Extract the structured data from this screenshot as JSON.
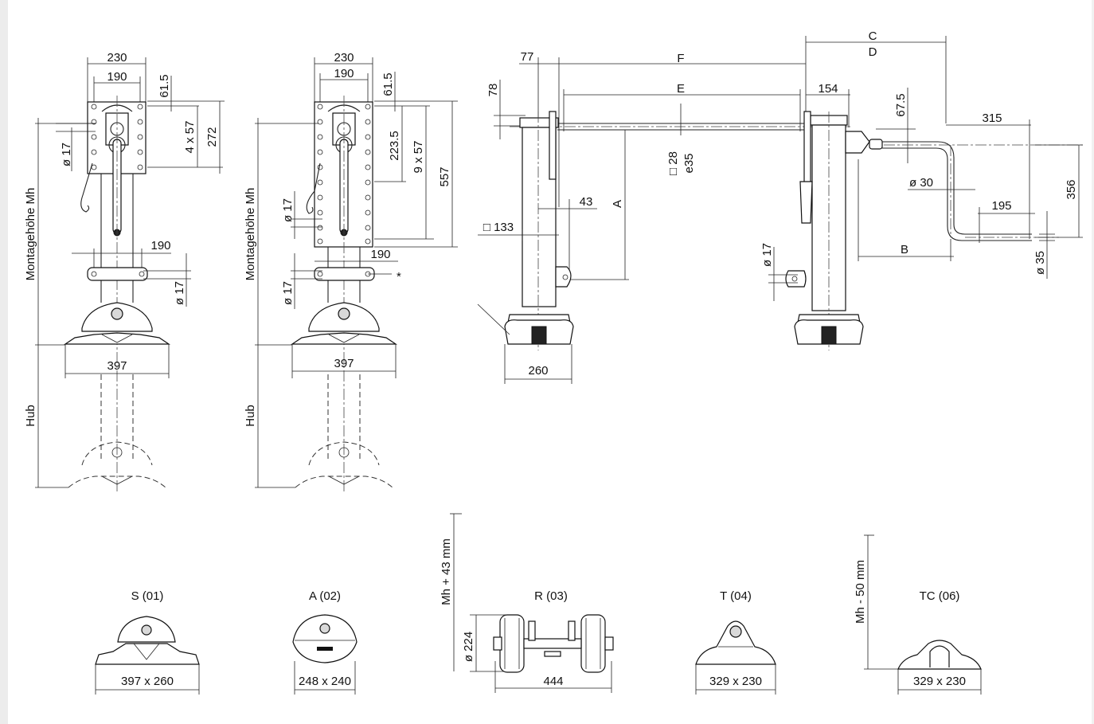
{
  "view1": {
    "dim_230": "230",
    "dim_190_top": "190",
    "dim_61_5": "61.5",
    "dim_4x57": "4 x 57",
    "dim_272": "272",
    "dim_d17_left": "ø 17",
    "dim_190_mid": "190",
    "dim_d17_right": "ø 17",
    "dim_397": "397",
    "label_mh": "Montagehöhe Mh",
    "label_hub": "Hub"
  },
  "view2": {
    "dim_230": "230",
    "dim_190_top": "190",
    "dim_61_5": "61.5",
    "dim_223_5": "223.5",
    "dim_9x57": "9 x 57",
    "dim_557": "557",
    "dim_d17_a": "ø 17",
    "dim_d17_b": "ø 17",
    "dim_190_mid": "190",
    "star": "*",
    "dim_397": "397",
    "label_mh": "Montagehöhe Mh",
    "label_hub": "Hub"
  },
  "view3": {
    "dim_77": "77",
    "dim_F": "F",
    "dim_C": "C",
    "dim_D": "D",
    "dim_78": "78",
    "dim_E": "E",
    "dim_154": "154",
    "dim_67_5": "67.5",
    "dim_315": "315",
    "dim_sq28": "□ 28",
    "dim_e35": "e35",
    "dim_A": "A",
    "dim_43": "43",
    "dim_d30": "ø 30",
    "dim_356": "356",
    "dim_195": "195",
    "dim_sq133": "□ 133",
    "dim_B": "B",
    "dim_d17": "ø 17",
    "dim_d35": "ø 35",
    "dim_260": "260"
  },
  "feet": [
    {
      "label": "S (01)",
      "size": "397 x 260"
    },
    {
      "label": "A (02)",
      "size": "248 x 240"
    },
    {
      "label": "R (03)",
      "size": "444",
      "height": "Mh + 43 mm",
      "dia": "ø 224"
    },
    {
      "label": "T (04)",
      "size": "329 x 230"
    },
    {
      "label": "TC (06)",
      "size": "329 x 230",
      "height": "Mh - 50 mm"
    }
  ]
}
